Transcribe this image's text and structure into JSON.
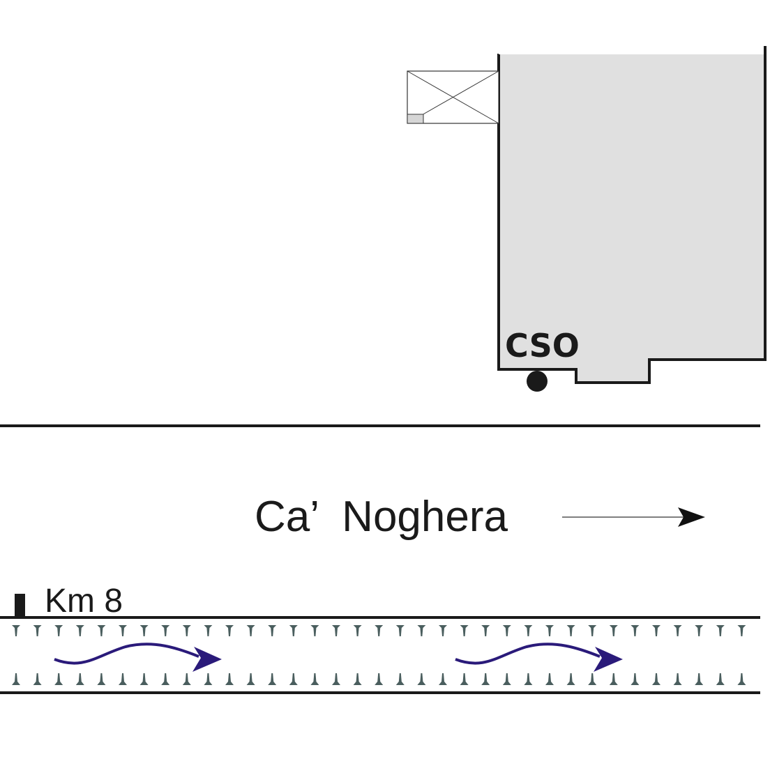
{
  "labels": {
    "building": "CSO",
    "direction": "Ca’  Noghera",
    "milestone": "Km 8"
  },
  "colors": {
    "building_fill": "#e0e0e0",
    "outline": "#1a1a1a",
    "cone": "#4a5e5e",
    "flow_arrow": "#2a1a7a"
  },
  "icons": {
    "location_marker": "filled-circle",
    "milestone_marker": "post",
    "canopy": "crossed-rectangle",
    "traffic_cones": "cone-row",
    "flow": "curved-arrow"
  }
}
